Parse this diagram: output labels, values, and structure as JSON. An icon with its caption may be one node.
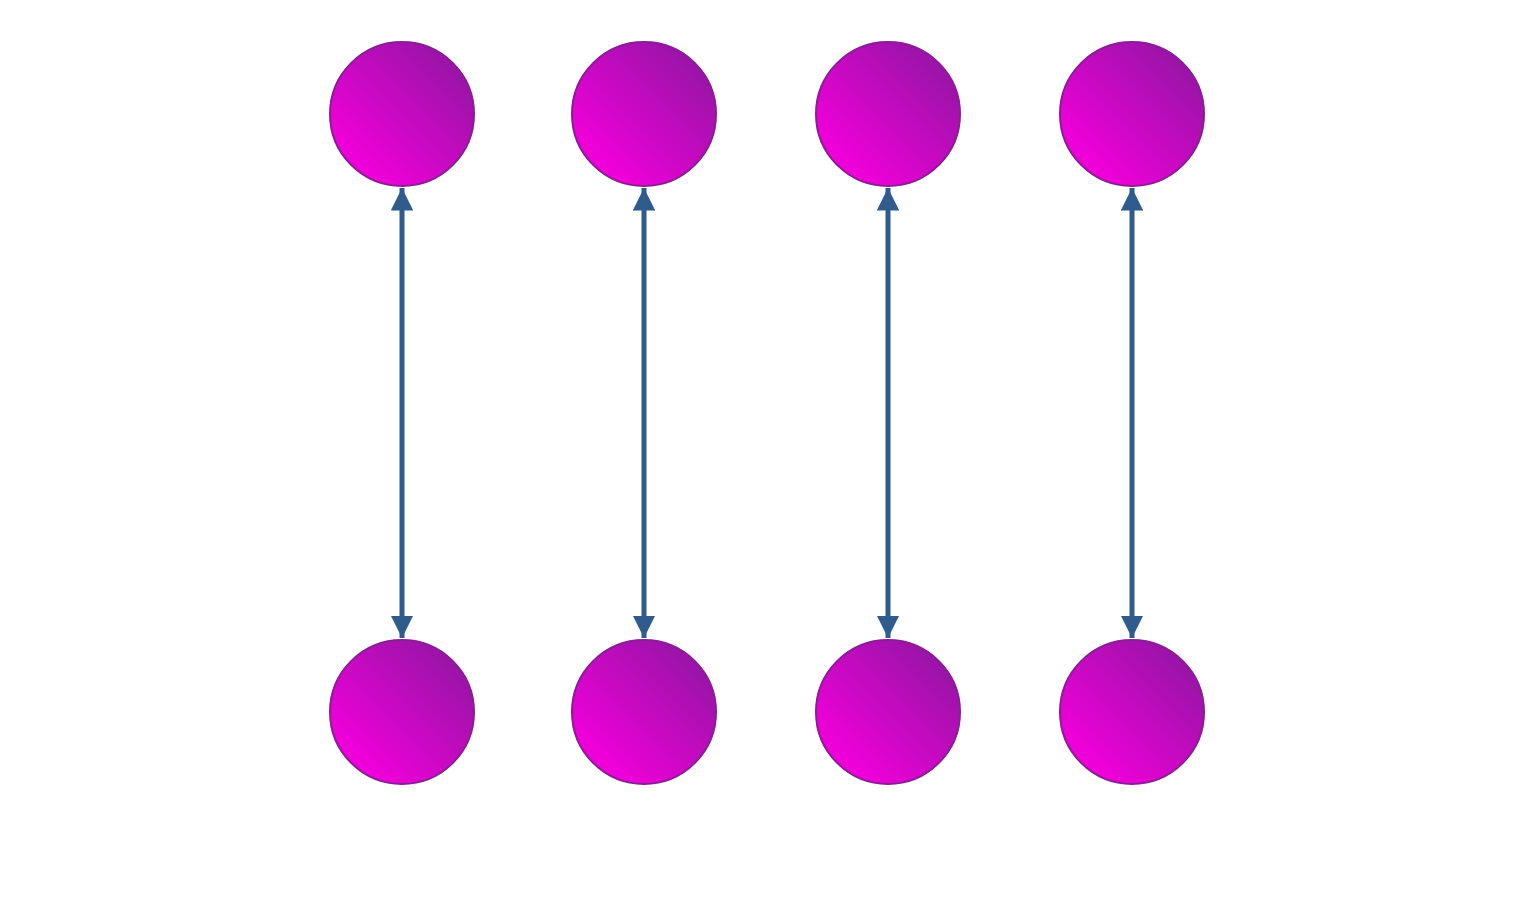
{
  "diagram": {
    "nodes": [
      {
        "text": [],
        "shape": "circle"
      },
      {
        "text": [],
        "shape": "circle"
      },
      {
        "text": [],
        "shape": "circle"
      },
      {
        "text": [],
        "shape": "circle"
      },
      {
        "text": [],
        "shape": "circle"
      },
      {
        "text": [],
        "shape": "circle"
      },
      {
        "text": [],
        "shape": "circle"
      },
      {
        "text": [],
        "shape": "circle"
      }
    ],
    "edges": [
      {
        "from": 0,
        "to": 4,
        "arrow": "both"
      },
      {
        "from": 1,
        "to": 5,
        "arrow": "both"
      },
      {
        "from": 2,
        "to": 6,
        "arrow": "both"
      },
      {
        "from": 3,
        "to": 7,
        "arrow": "both"
      }
    ]
  }
}
